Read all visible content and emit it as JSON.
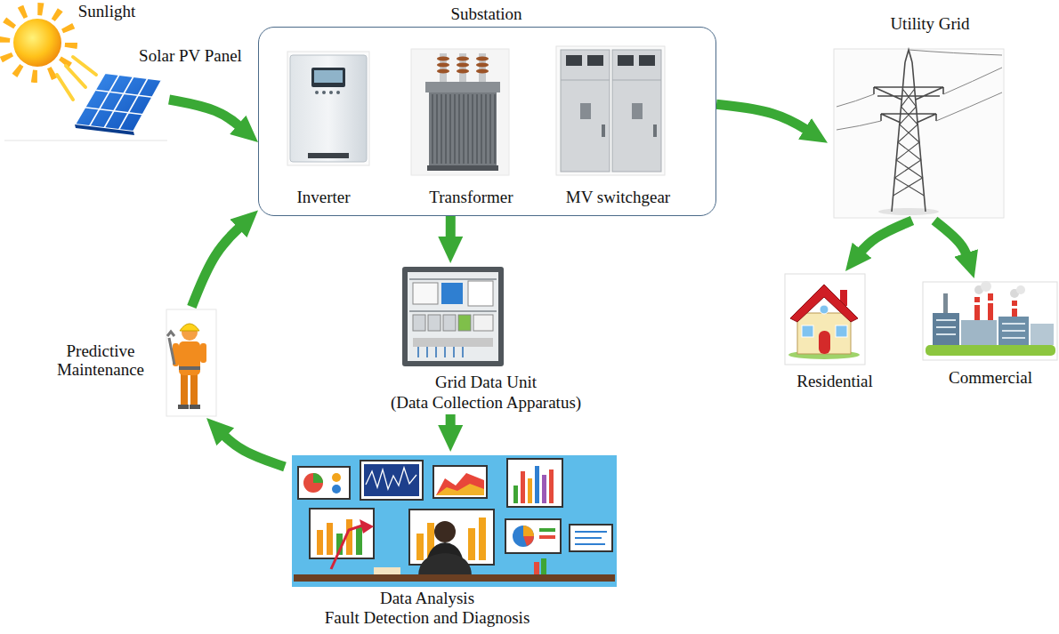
{
  "diagram": {
    "nodes": [
      {
        "text": [
          "Sunlight",
          "Solar PV Panel"
        ]
      },
      {
        "text": [
          "Substation"
        ]
      },
      {
        "text": [
          "Inverter"
        ],
        "in": 1
      },
      {
        "text": [
          "Transformer"
        ],
        "in": 1
      },
      {
        "text": [
          "MV switchgear"
        ],
        "in": 1
      },
      {
        "text": [
          "Utility Grid"
        ]
      },
      {
        "text": [
          "Residential"
        ]
      },
      {
        "text": [
          "Commercial"
        ]
      },
      {
        "text": [
          "Grid Data Unit",
          "(Data Collection Apparatus)"
        ]
      },
      {
        "text": [
          "Predictive Maintenance"
        ]
      },
      {
        "text": [
          "Data Analysis",
          "Fault Detection and Diagnosis"
        ]
      }
    ],
    "edges": [
      {
        "from": 0,
        "to": 1,
        "arrow": "to"
      },
      {
        "from": 1,
        "to": 5,
        "arrow": "to"
      },
      {
        "from": 5,
        "to": 6,
        "arrow": "to"
      },
      {
        "from": 5,
        "to": 7,
        "arrow": "to"
      },
      {
        "from": 1,
        "to": 8,
        "arrow": "to"
      },
      {
        "from": 8,
        "to": 10,
        "arrow": "to"
      },
      {
        "from": 10,
        "to": 9,
        "arrow": "to"
      },
      {
        "from": 9,
        "to": 1,
        "arrow": "to"
      }
    ]
  }
}
